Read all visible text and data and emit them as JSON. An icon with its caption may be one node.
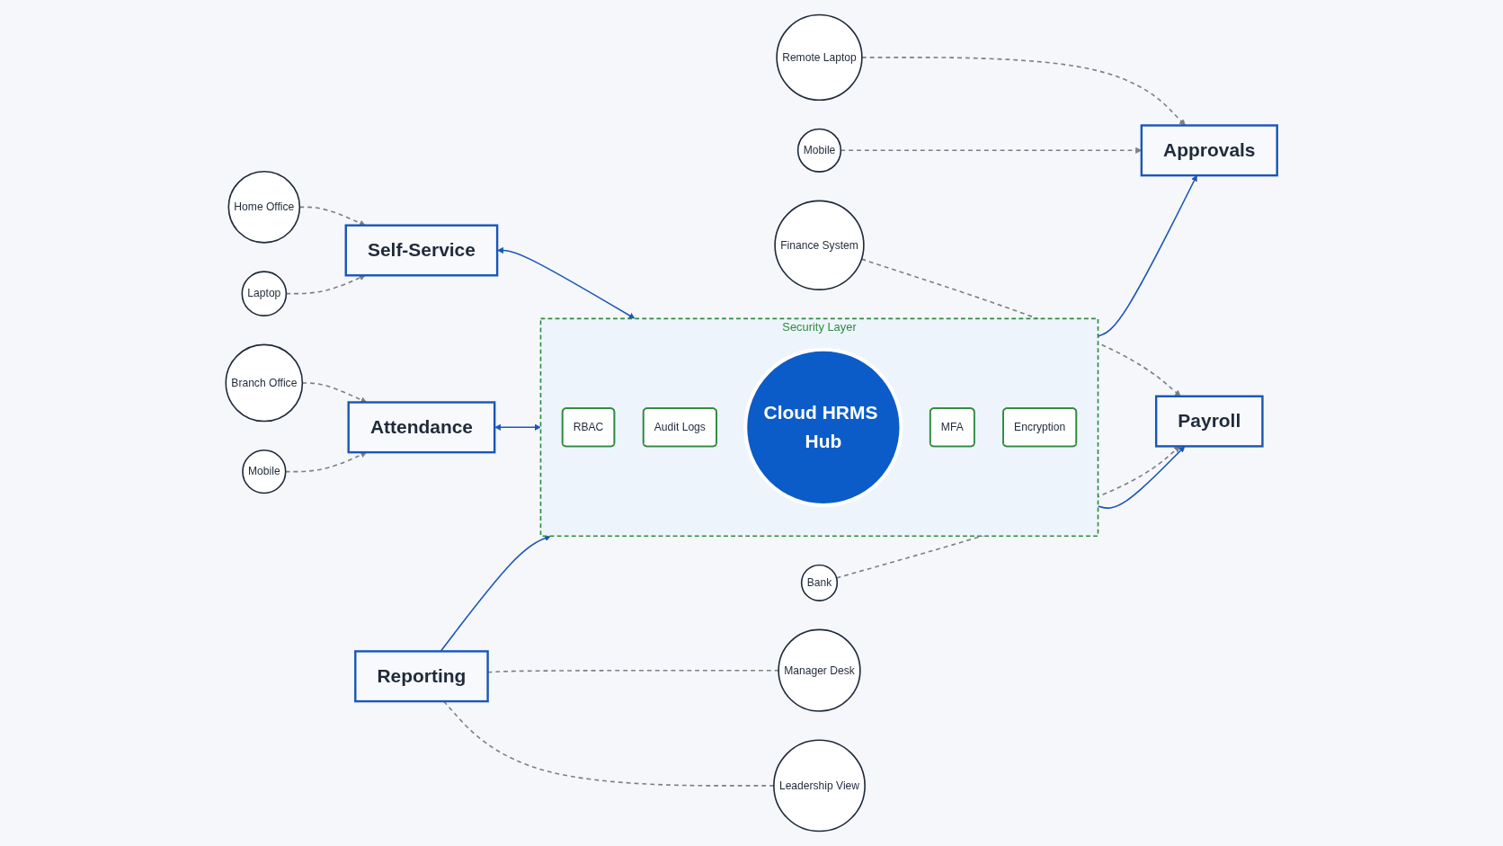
{
  "diagram": {
    "nodes": [
      {
        "text": [
          "Home Office"
        ]
      },
      {
        "text": [
          "Self-Service"
        ]
      },
      {
        "text": [
          "Security Layer"
        ]
      },
      {
        "text": [
          "RBAC"
        ],
        "in": 2
      },
      {
        "text": [
          "Audit Logs"
        ],
        "in": 2
      },
      {
        "text": [
          "Cloud HRMS Hub"
        ],
        "in": 2
      },
      {
        "text": [
          "MFA"
        ],
        "in": 2
      },
      {
        "text": [
          "Encryption"
        ],
        "in": 2
      },
      {
        "text": [
          "Attendance"
        ]
      },
      {
        "text": [
          "Branch Office"
        ]
      },
      {
        "text": [
          "Laptop"
        ]
      },
      {
        "text": [
          "Mobile"
        ]
      },
      {
        "text": [
          "Remote Laptop"
        ]
      },
      {
        "text": [
          "Approvals"
        ]
      },
      {
        "text": [
          "Payroll"
        ]
      },
      {
        "text": [
          "Finance System"
        ]
      },
      {
        "text": [
          "Mobile"
        ]
      },
      {
        "text": [
          "Bank"
        ]
      },
      {
        "text": [
          "Reporting"
        ]
      },
      {
        "text": [
          "Manager Desk"
        ]
      },
      {
        "text": [
          "Leadership View"
        ]
      }
    ],
    "edges": [
      {
        "from": 0,
        "to": 1,
        "arrow": "to",
        "style": "dashed"
      },
      {
        "from": 10,
        "to": 1,
        "arrow": "to",
        "style": "dashed"
      },
      {
        "from": 9,
        "to": 8,
        "arrow": "to",
        "style": "dashed"
      },
      {
        "from": 11,
        "to": 8,
        "arrow": "to",
        "style": "dashed"
      },
      {
        "from": 12,
        "to": 13,
        "arrow": "to",
        "style": "dashed"
      },
      {
        "from": 16,
        "to": 13,
        "arrow": "to",
        "style": "dashed"
      },
      {
        "from": 15,
        "to": 14,
        "arrow": "to",
        "style": "dashed"
      },
      {
        "from": 17,
        "to": 14,
        "arrow": "to",
        "style": "dashed"
      },
      {
        "from": 18,
        "to": 19,
        "arrow": "none",
        "style": "dashed"
      },
      {
        "from": 18,
        "to": 20,
        "arrow": "none",
        "style": "dashed"
      },
      {
        "from": 1,
        "to": 2,
        "arrow": "both",
        "color": "#1a56b8"
      },
      {
        "from": 8,
        "to": 2,
        "arrow": "both",
        "color": "#1a56b8"
      },
      {
        "from": 2,
        "to": 13,
        "arrow": "to",
        "color": "#1a56b8"
      },
      {
        "from": 2,
        "to": 14,
        "arrow": "to",
        "color": "#1a56b8"
      },
      {
        "from": 18,
        "to": 2,
        "arrow": "to",
        "color": "#1a56b8"
      }
    ]
  }
}
